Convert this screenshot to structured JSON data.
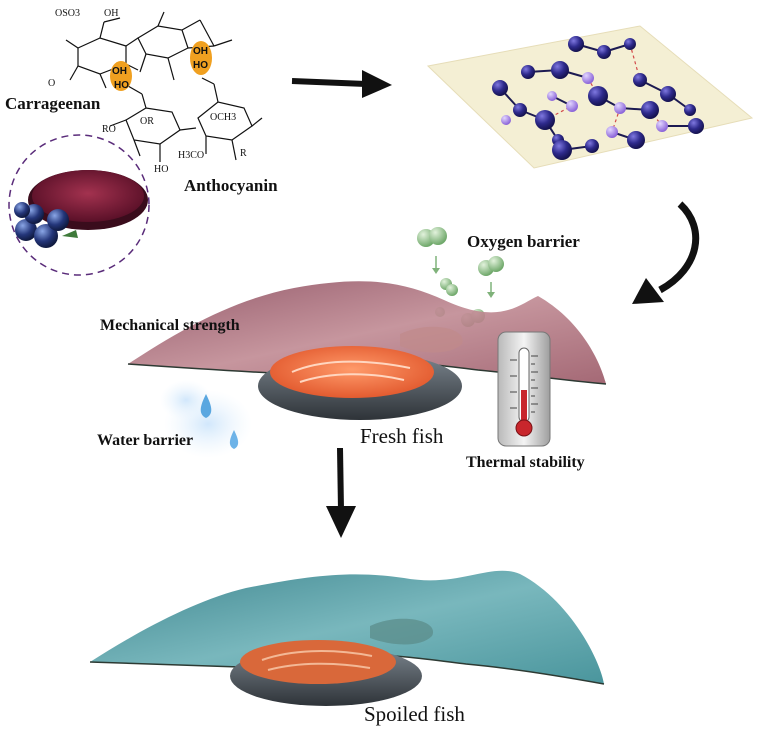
{
  "labels": {
    "carrageenan": "Carrageenan",
    "anthocyanin": "Anthocyanin",
    "oxygen_barrier": "Oxygen barrier",
    "mechanical_strength": "Mechanical strength",
    "water_barrier": "Water barrier",
    "fresh_fish": "Fresh fish",
    "thermal_stability": "Thermal stability",
    "spoiled_fish": "Spoiled fish"
  },
  "chemistry": {
    "oh": "OH",
    "ho": "HO",
    "oso3": "OSO3",
    "ro": "RO",
    "or": "OR",
    "och3": "OCH3",
    "h3co": "H3CO",
    "r": "R",
    "oh_small": "OH",
    "ho_small": "HO",
    "o": "O"
  },
  "colors": {
    "arrow": "#111111",
    "film_fresh": "#a0606e",
    "film_spoiled": "#3f8f96",
    "network_node": "#2e2a8c",
    "network_node_light": "#9a7be0",
    "hbond_highlight": "#f0a020",
    "oxygen": "#8fbf8a",
    "water_drop": "#5aa7e0",
    "salmon": "#f07a45",
    "network_plane": "#f4efd4"
  },
  "icons": [
    "thermometer-icon",
    "blueberry-powder-icon",
    "water-drop-icon",
    "oxygen-molecule-icon"
  ]
}
